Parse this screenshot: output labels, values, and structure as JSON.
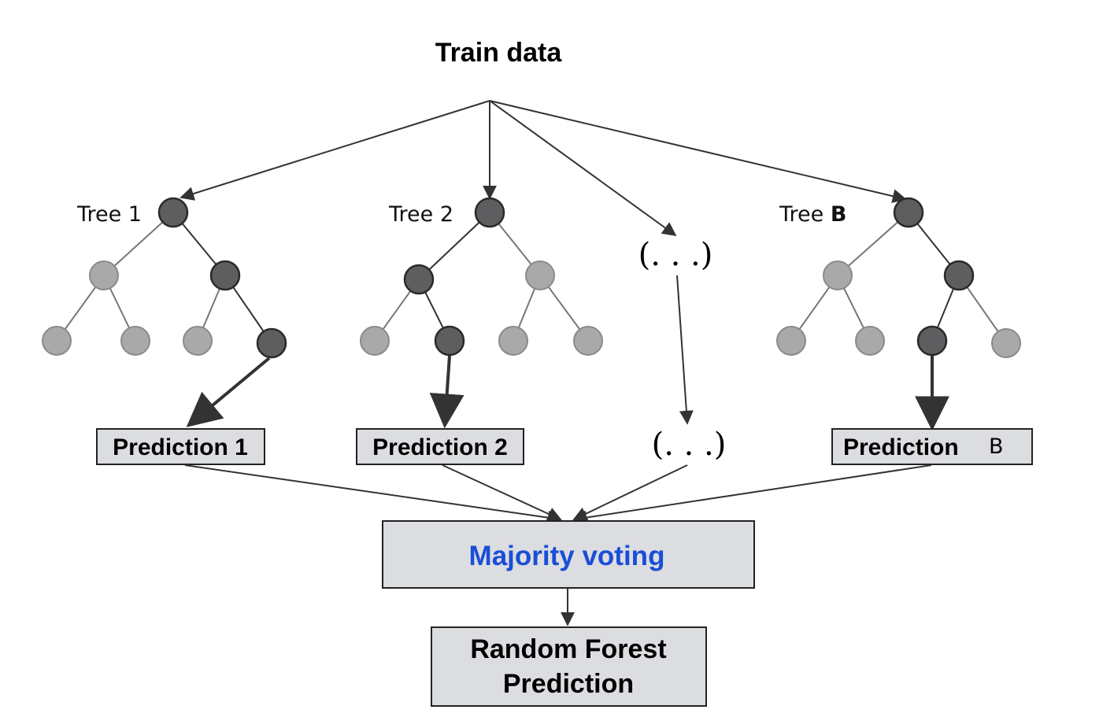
{
  "title": "Train data",
  "trees": [
    {
      "label_text": "Tree",
      "label_suffix": "1"
    },
    {
      "label_text": "Tree",
      "label_suffix": "2"
    },
    {
      "label_text": "Tree",
      "label_suffix": "B"
    }
  ],
  "ellipsis_top": "(. . .)",
  "ellipsis_bottom": "(. . .)",
  "predictions": [
    {
      "label": "Prediction 1"
    },
    {
      "label": "Prediction 2"
    },
    {
      "label": "Prediction",
      "suffix": "B"
    }
  ],
  "majority_voting": "Majority voting",
  "final": {
    "line1": "Random Forest",
    "line2": "Prediction"
  },
  "colors": {
    "vote_text": "#1a4ed8",
    "box_fill": "#dcdde0",
    "node_dark": "#5e5e60",
    "node_light": "#a9a9a9"
  }
}
